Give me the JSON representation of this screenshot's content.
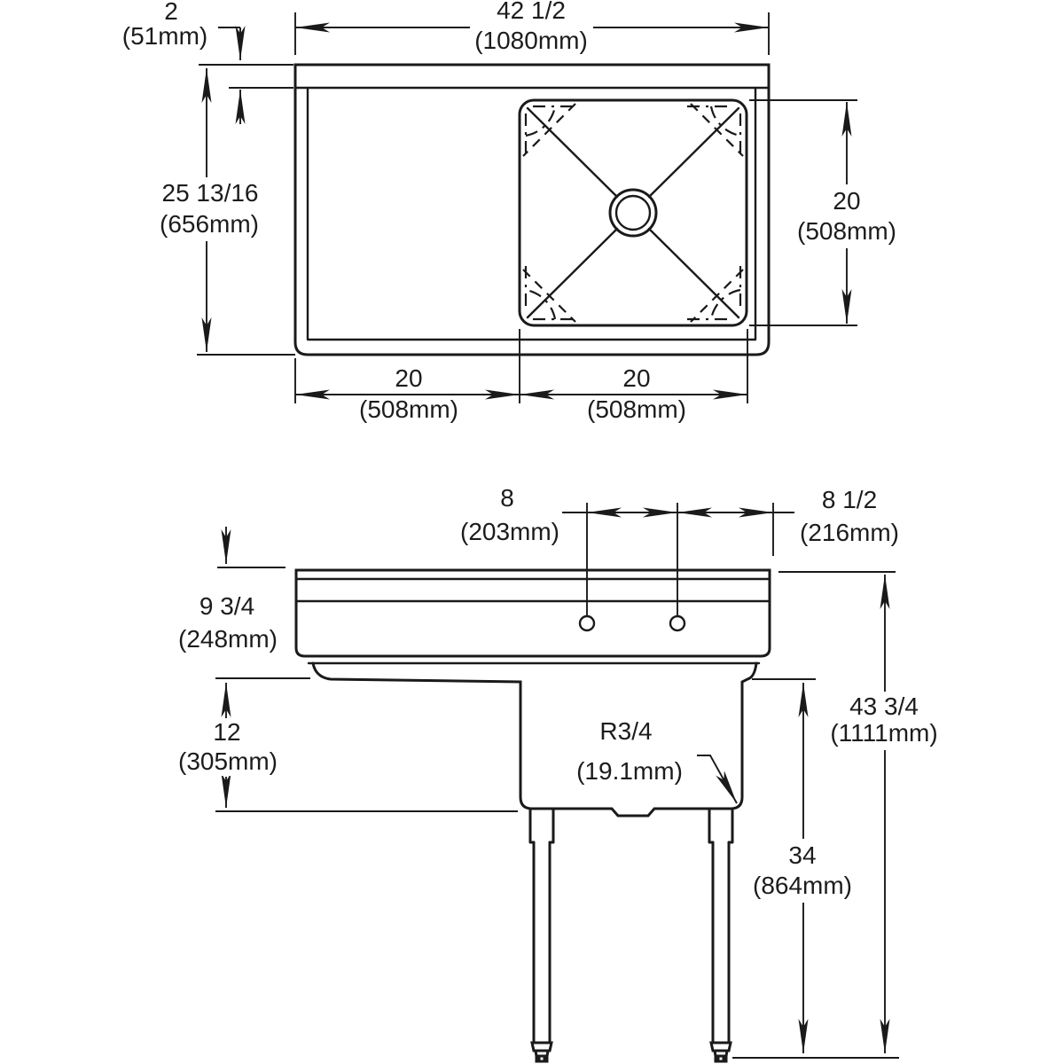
{
  "drawing": {
    "type": "technical-dimension-drawing",
    "subject": "one-compartment-sink-with-left-drainboard",
    "views": {
      "top": "top-view",
      "front": "front-view"
    },
    "colors": {
      "line": "#1a1a1a",
      "background": "#ffffff"
    },
    "dims": {
      "overall_width": {
        "in": "42 1/2",
        "mm": "(1080mm)"
      },
      "rear_ledge": {
        "in": "2",
        "mm": "(51mm)"
      },
      "front_to_back": {
        "in": "25 13/16",
        "mm": "(656mm)"
      },
      "bowl_front_to_back": {
        "in": "20",
        "mm": "(508mm)"
      },
      "drainboard_width": {
        "in": "20",
        "mm": "(508mm)"
      },
      "bowl_width": {
        "in": "20",
        "mm": "(508mm)"
      },
      "faucet_spacing": {
        "in": "8",
        "mm": "(203mm)"
      },
      "faucet_offset": {
        "in": "8 1/2",
        "mm": "(216mm)"
      },
      "splash_height": {
        "in": "9 3/4",
        "mm": "(248mm)"
      },
      "bowl_depth": {
        "in": "12",
        "mm": "(305mm)"
      },
      "corner_radius": {
        "in": "R3/4",
        "mm": "(19.1mm)"
      },
      "underside_height": {
        "in": "34",
        "mm": "(864mm)"
      },
      "overall_height": {
        "in": "43 3/4",
        "mm": "(1111mm)"
      }
    }
  }
}
